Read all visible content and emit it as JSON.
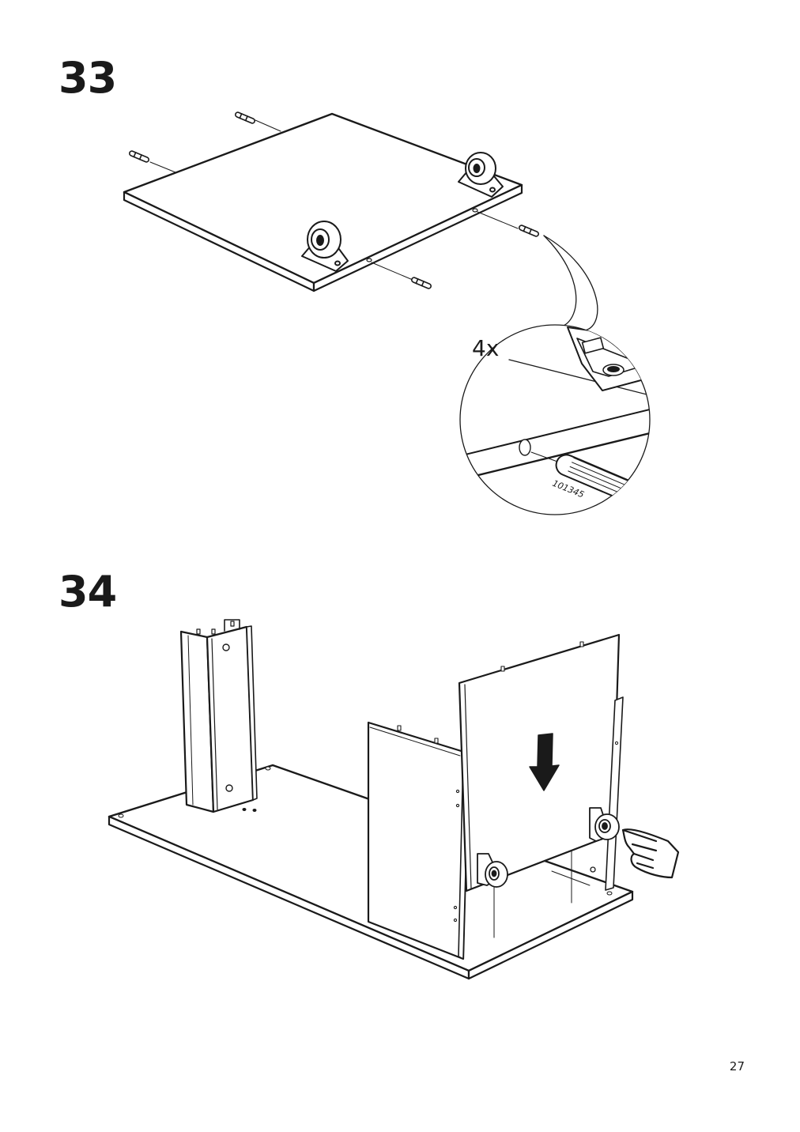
{
  "steps": [
    {
      "number": "33",
      "callout": {
        "quantity": "4x",
        "part_number": "101345"
      }
    },
    {
      "number": "34"
    }
  ],
  "page_number": "27"
}
